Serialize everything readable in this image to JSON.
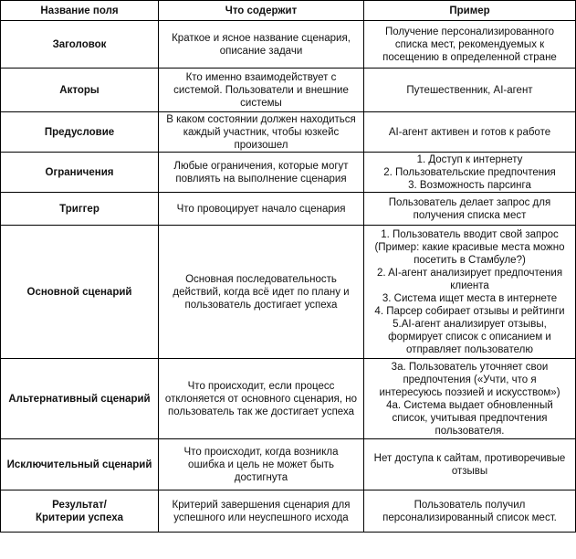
{
  "table": {
    "headers": [
      "Название поля",
      "Что содержит",
      "Пример"
    ],
    "rows": [
      {
        "name": [
          "Заголовок"
        ],
        "content": [
          "Краткое и ясное название сценария,",
          "описание задачи"
        ],
        "example": [
          "Получение персонализированного",
          "списка мест, рекомендуемых к",
          "посещению в определенной стране"
        ]
      },
      {
        "name": [
          "Акторы"
        ],
        "content": [
          "Кто именно взаимодействует с",
          "системой. Пользователи и внешние",
          "системы"
        ],
        "example": [
          "Путешественник, AI-агент"
        ]
      },
      {
        "name": [
          "Предусловие"
        ],
        "content": [
          "В каком состоянии должен находиться",
          "каждый участник, чтобы юзкейс",
          "произошел"
        ],
        "example": [
          "AI-агент активен и готов к работе"
        ]
      },
      {
        "name": [
          "Ограничения"
        ],
        "content": [
          "Любые ограничения, которые могут",
          "повлиять на выполнение сценария"
        ],
        "example": [
          "1. Доступ к интернету",
          "2. Пользовательские предпочтения",
          "3. Возможность парсинга"
        ]
      },
      {
        "name": [
          "Триггер"
        ],
        "content": [
          "Что провоцирует начало сценария"
        ],
        "example": [
          "Пользователь делает запрос для",
          "получения списка мест"
        ]
      },
      {
        "name": [
          "Основной сценарий"
        ],
        "content": [
          "Основная последовательность",
          "действий, когда всё идет по плану и",
          "пользователь достигает успеха"
        ],
        "example": [
          "1. Пользователь вводит свой запрос",
          "(Пример: какие красивые места можно",
          "посетить в Стамбуле?)",
          "2. AI-агент анализирует предпочтения",
          "клиента",
          "3. Система ищет места в интернете",
          "4. Парсер собирает отзывы и рейтинги",
          "5.AI-агент анализирует отзывы,",
          "формирует список с описанием и",
          "отправляет пользователю"
        ]
      },
      {
        "name": [
          "Альтернативный сценарий"
        ],
        "content": [
          "Что происходит, если процесс",
          "отклоняется от основного сценария, но",
          "пользователь так же достигает успеха"
        ],
        "example": [
          "3а. Пользователь уточняет свои",
          "предпочтения («Учти, что я",
          "интересуюсь поэзией и искусством»)",
          "4а. Система выдает обновленный",
          "список, учитывая предпочтения",
          "пользователя."
        ]
      },
      {
        "name": [
          "Исключительный сценарий"
        ],
        "content": [
          "Что происходит, когда возникла",
          "ошибка и цель не может быть",
          "достигнута"
        ],
        "example": [
          "Нет доступа к сайтам, противоречивые",
          "отзывы"
        ]
      },
      {
        "name": [
          "Результат/",
          "Критерии успеха"
        ],
        "content": [
          "Критерий завершения сценария для",
          "успешного или неуспешного исхода"
        ],
        "example": [
          "Пользователь получил",
          "персонализированный список мест."
        ]
      }
    ]
  }
}
